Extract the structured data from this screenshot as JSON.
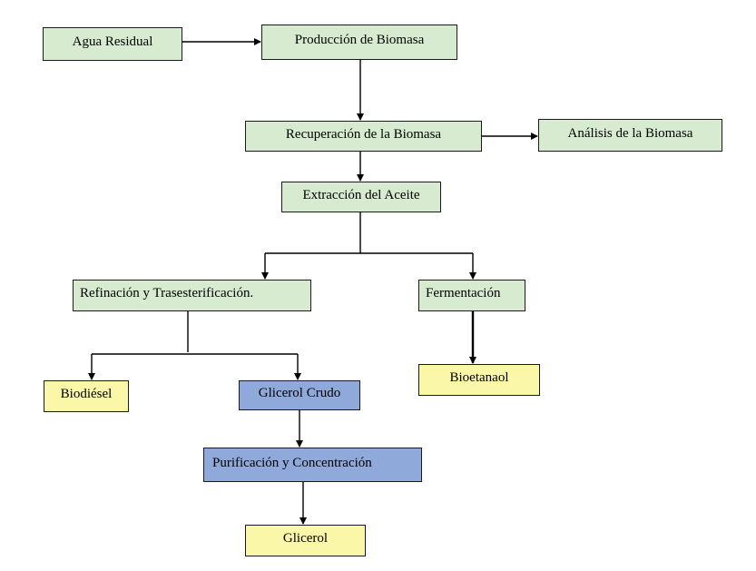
{
  "nodes": {
    "agua_residual": "Agua Residual",
    "produccion_biomasa": "Producción de Biomasa",
    "recuperacion_biomasa": "Recuperación de la Biomasa",
    "analisis_biomasa": "Análisis de la Biomasa",
    "extraccion_aceite": "Extracción del Aceite",
    "refinacion": "Refinación y Trasesterificación.",
    "fermentacion": "Fermentación",
    "biodiesel": "Biodiésel",
    "glicerol_crudo": "Glicerol Crudo",
    "bioetanaol": "Bioetanaol",
    "purificacion": "Purificación y Concentración",
    "glicerol": "Glicerol"
  },
  "colors": {
    "process": "#d6ebcf",
    "product": "#fbf7a8",
    "glycerol_stage": "#8fa9da",
    "connector": "#000000"
  }
}
